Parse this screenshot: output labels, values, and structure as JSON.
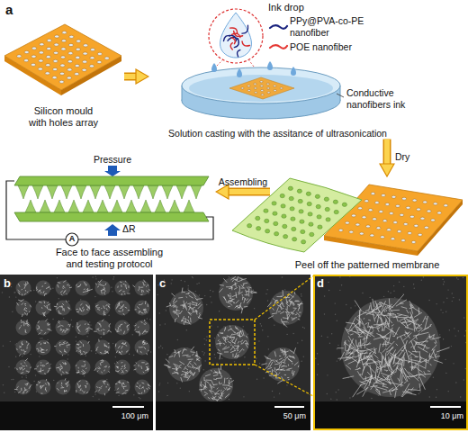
{
  "diagram": {
    "nodes": [
      {
        "text": [
          "Silicon mould with holes array"
        ]
      },
      {
        "text": [
          "Solution casting with the assitance of ultrasonication"
        ]
      },
      {
        "text": [
          "Peel off the patterned membrane"
        ]
      },
      {
        "text": [
          "Face to face assembling and testing protocol"
        ]
      }
    ],
    "edges": [
      {
        "from": 0,
        "to": 1,
        "arrow": "to"
      },
      {
        "from": 1,
        "to": 2,
        "label": "Dry",
        "arrow": "to"
      },
      {
        "from": 2,
        "to": 3,
        "label": "Assembling",
        "arrow": "to"
      }
    ],
    "labels": [
      "a",
      "Ink drop",
      "Conductive nanofibers ink",
      "Pressure",
      "ΔR",
      "A",
      "b",
      "100 μm",
      "c",
      "50 μm",
      "d",
      "10 μm"
    ],
    "legend": [
      {
        "text": "PPy@PVA-co-PE nanofiber"
      },
      {
        "text": "POE nanofiber"
      }
    ]
  }
}
